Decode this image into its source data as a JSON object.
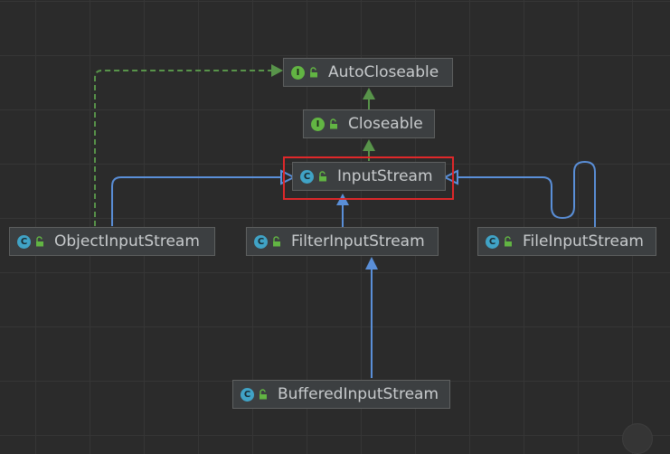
{
  "diagram": {
    "nodes": {
      "autocloseable": {
        "name": "AutoCloseable",
        "kind": "I"
      },
      "closeable": {
        "name": "Closeable",
        "kind": "I"
      },
      "inputstream": {
        "name": "InputStream",
        "kind": "C"
      },
      "objectinputstream": {
        "name": "ObjectInputStream",
        "kind": "C"
      },
      "filterinputstream": {
        "name": "FilterInputStream",
        "kind": "C"
      },
      "fileinputstream": {
        "name": "FileInputStream",
        "kind": "C"
      },
      "bufferedinputstream": {
        "name": "BufferedInputStream",
        "kind": "C"
      }
    },
    "edges": [
      {
        "from": "Closeable",
        "to": "AutoCloseable",
        "type": "extends"
      },
      {
        "from": "InputStream",
        "to": "Closeable",
        "type": "implements"
      },
      {
        "from": "ObjectInputStream",
        "to": "AutoCloseable",
        "type": "implements"
      },
      {
        "from": "ObjectInputStream",
        "to": "InputStream",
        "type": "extends"
      },
      {
        "from": "FilterInputStream",
        "to": "InputStream",
        "type": "extends"
      },
      {
        "from": "FileInputStream",
        "to": "InputStream",
        "type": "extends"
      },
      {
        "from": "BufferedInputStream",
        "to": "FilterInputStream",
        "type": "extends"
      }
    ],
    "selected": "InputStream",
    "colors": {
      "background": "#2b2b2b",
      "grid": "#363636",
      "node_fill": "#3c3f41",
      "node_border": "#5e6060",
      "node_text": "#c8cbcd",
      "class_badge": "#40a3c6",
      "interface_badge": "#62b543",
      "extends_class_arrow": "#5a8fd8",
      "extends_interface_arrow": "#58944a",
      "implements_arrow": "#58944a",
      "selection": "#e0282a"
    },
    "icons": {
      "interface_badge": "interface-icon",
      "class_badge": "class-icon",
      "visibility": "public-lock-icon"
    }
  }
}
